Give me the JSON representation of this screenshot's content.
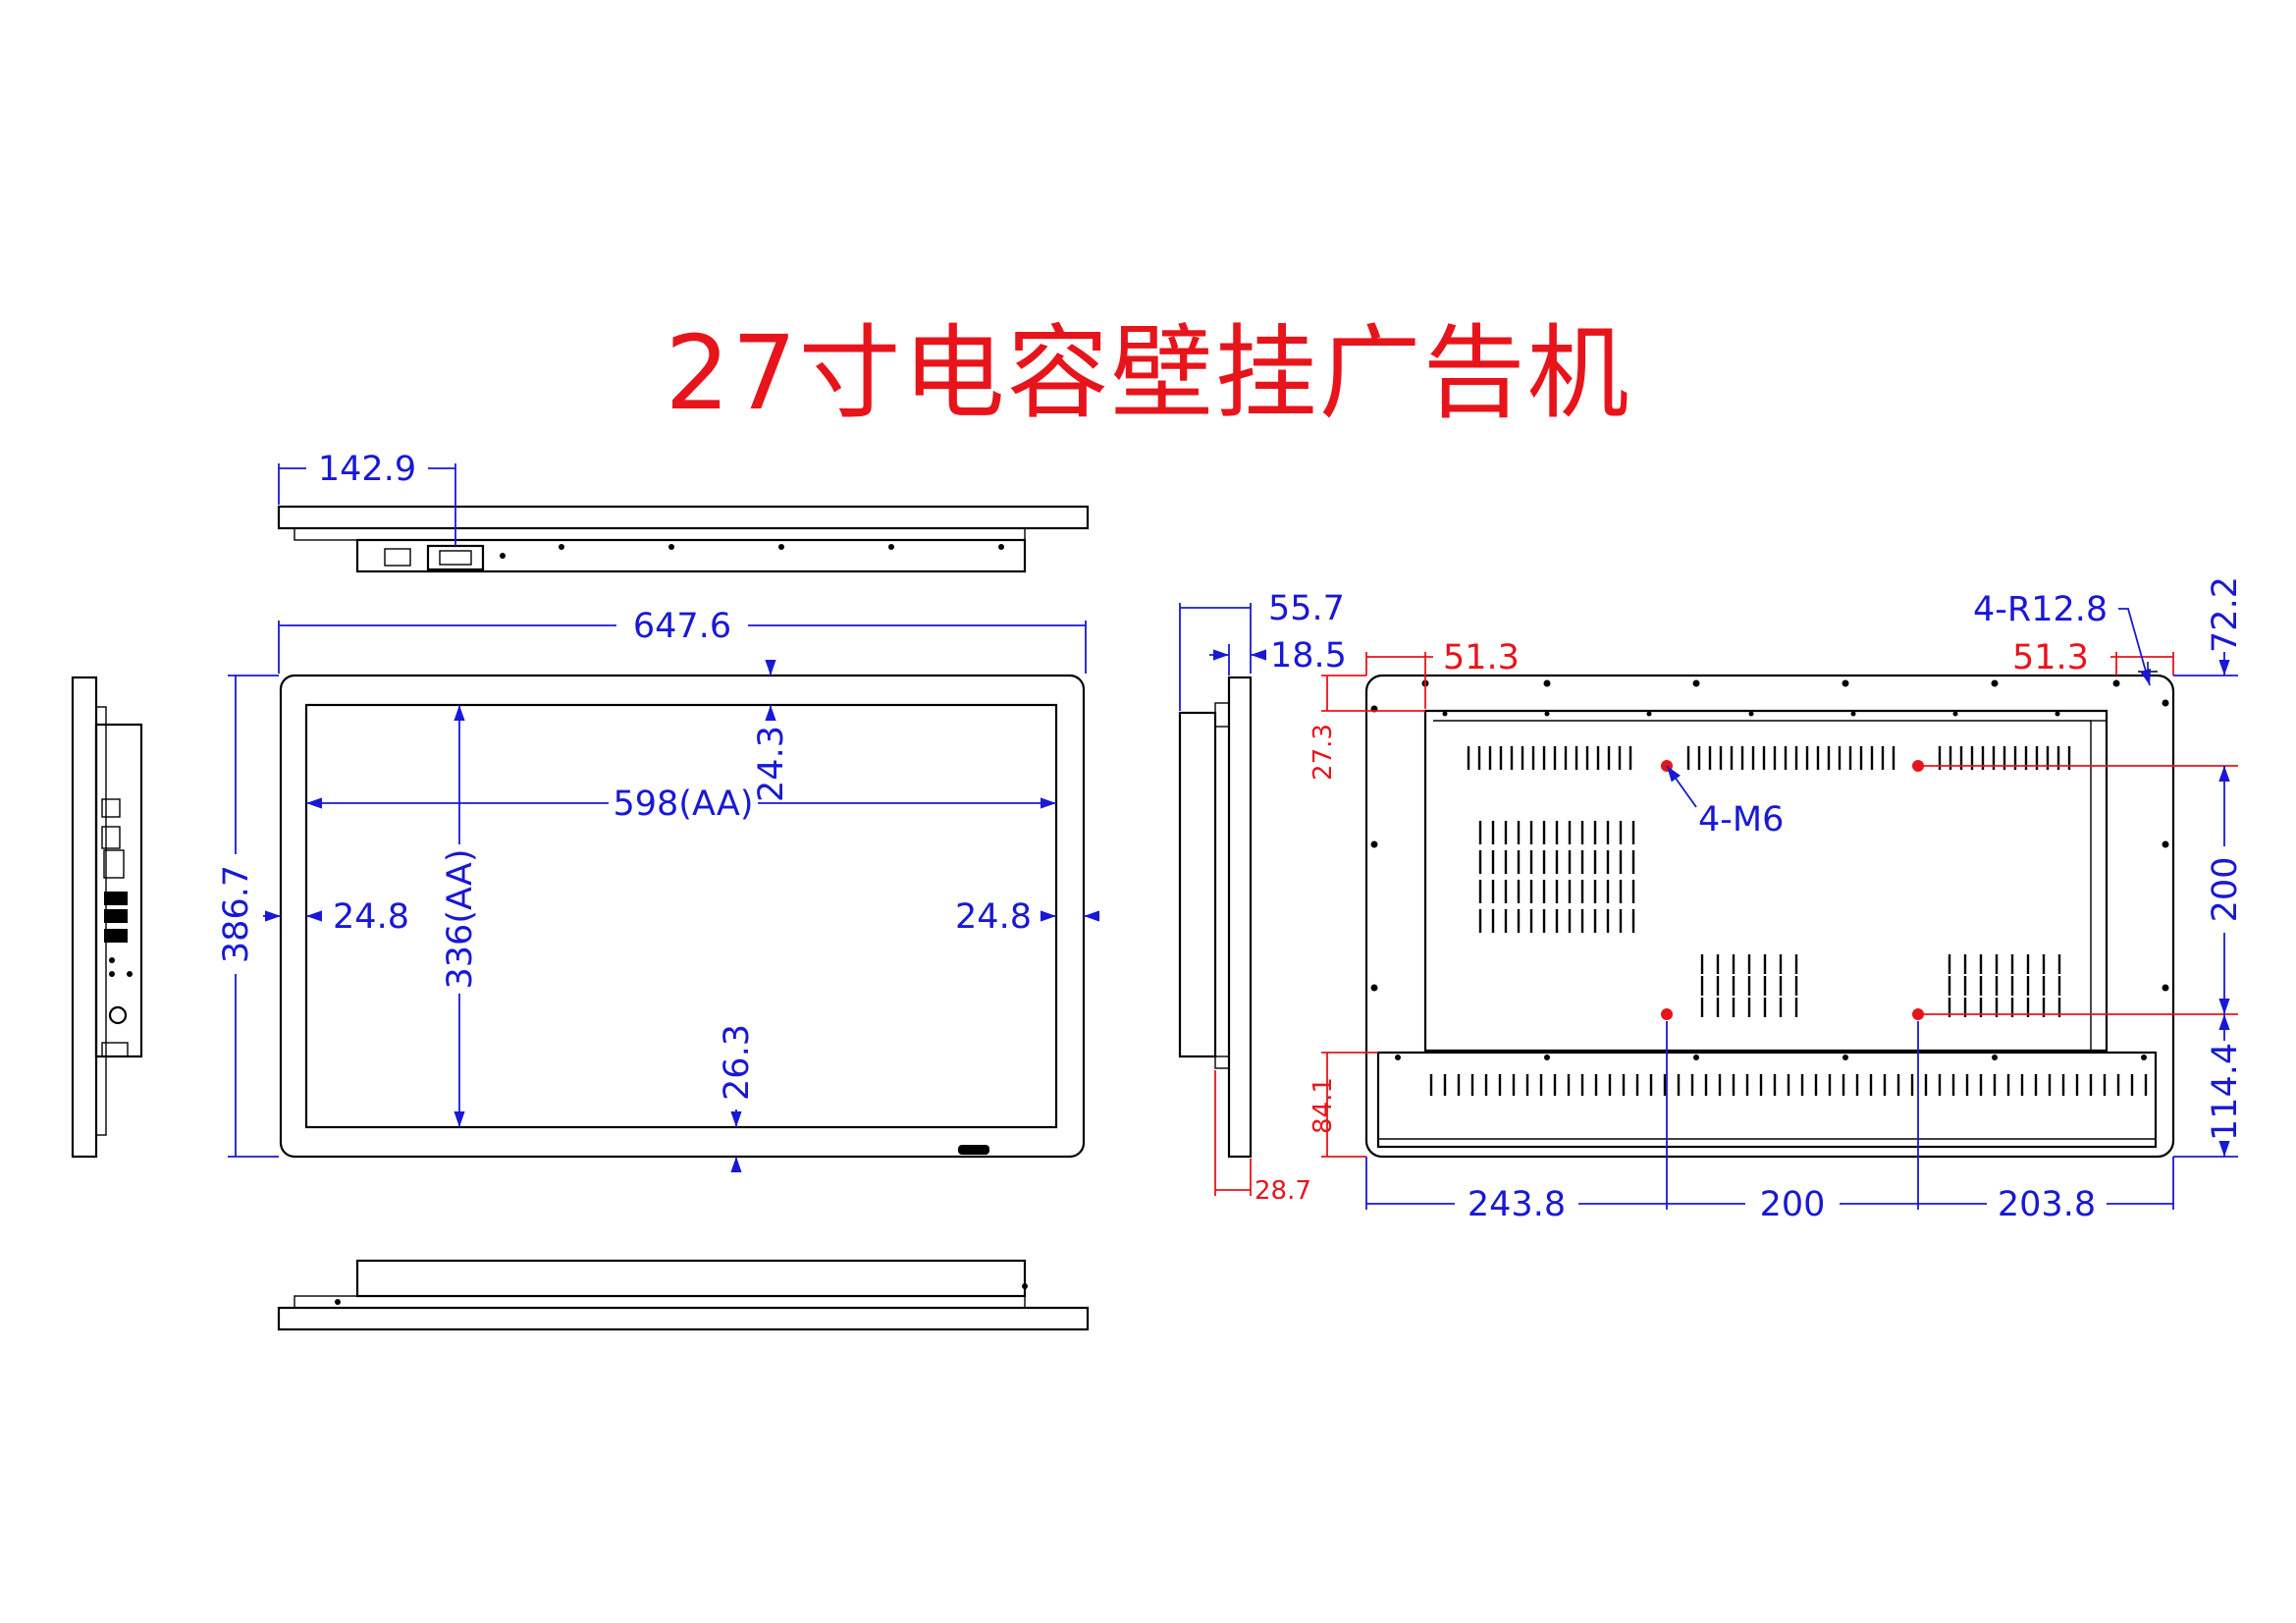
{
  "title": "27寸电容壁挂广告机",
  "front_view": {
    "top_depth": "142.9",
    "overall_width": "647.6",
    "active_width": "598(AA)",
    "overall_height": "386.7",
    "active_height": "336(AA)",
    "top_border": "24.3",
    "bottom_border": "26.3",
    "left_border": "24.8",
    "right_border": "24.8"
  },
  "side_view": {
    "total_depth": "55.7",
    "bezel_depth": "18.5",
    "offset_bottom": "28.7"
  },
  "rear_view": {
    "left_corner_offset": "51.3",
    "right_corner_offset": "51.3",
    "corner_radius": "4-R12.8",
    "top_to_hole": "72.2",
    "hole_top_offset": "27.3",
    "vesa_vertical": "200",
    "bottom_to_hole": "114.4",
    "bottom_panel": "84.1",
    "mount_holes": "4-M6",
    "left_to_hole": "243.8",
    "vesa_horizontal": "200",
    "hole_to_right": "203.8"
  },
  "colors": {
    "dimension": "#1818d6",
    "title": "#e8141b",
    "outline": "#000000"
  }
}
